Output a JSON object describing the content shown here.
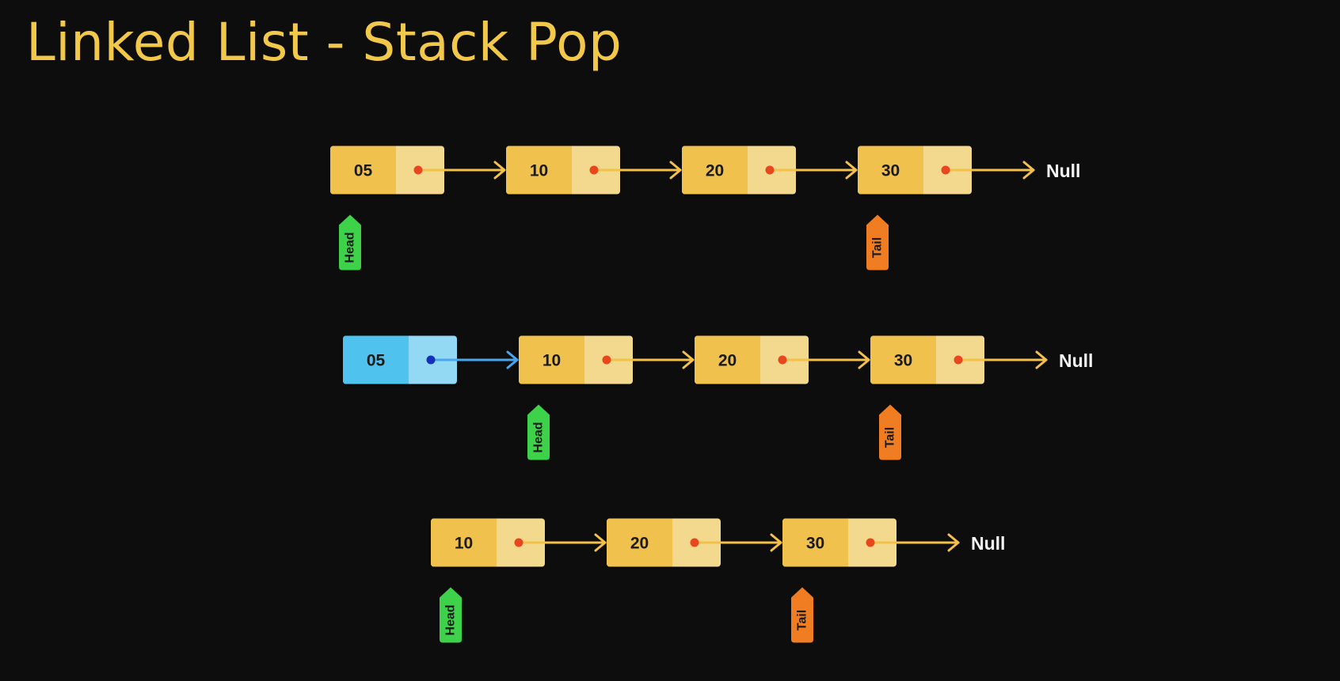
{
  "title": "Linked List - Stack Pop",
  "null_label": "Null",
  "pointer_labels": {
    "head": "Head",
    "tail": "Tail"
  },
  "colors": {
    "background": "#0d0d0d",
    "title": "#f2c84a",
    "node_data": "#f0c14d",
    "node_next": "#f3d98e",
    "popped_data": "#4fc3ee",
    "popped_next": "#93d9f3",
    "link_arrow": "#f3c04a",
    "link_dot": "#e8461f",
    "popped_arrow": "#48a6ef",
    "popped_dot": "#1530b8",
    "head_tag": "#3ed24a",
    "tail_tag": "#f07d22",
    "null_text": "#f4f4f4"
  },
  "rows": [
    {
      "nodes": [
        {
          "value": "05",
          "state": "normal"
        },
        {
          "value": "10",
          "state": "normal"
        },
        {
          "value": "20",
          "state": "normal"
        },
        {
          "value": "30",
          "state": "normal"
        }
      ],
      "head_index": 0,
      "tail_index": 3
    },
    {
      "nodes": [
        {
          "value": "05",
          "state": "popped"
        },
        {
          "value": "10",
          "state": "normal"
        },
        {
          "value": "20",
          "state": "normal"
        },
        {
          "value": "30",
          "state": "normal"
        }
      ],
      "head_index": 1,
      "tail_index": 3
    },
    {
      "nodes": [
        {
          "value": "10",
          "state": "normal"
        },
        {
          "value": "20",
          "state": "normal"
        },
        {
          "value": "30",
          "state": "normal"
        }
      ],
      "head_index": 0,
      "tail_index": 2
    }
  ]
}
